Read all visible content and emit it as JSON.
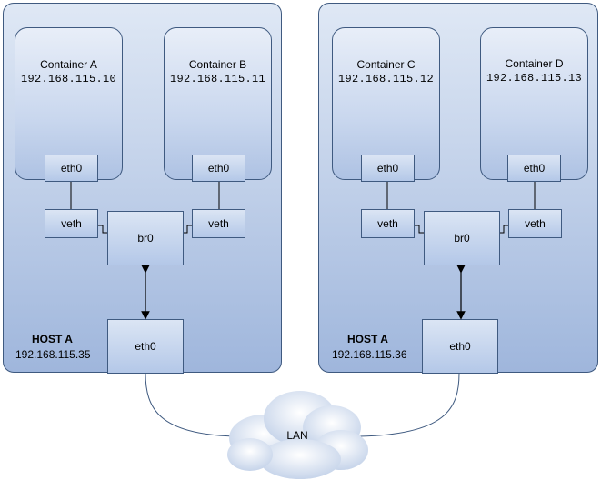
{
  "hosts": [
    {
      "name": "HOST  A",
      "ip": "192.168.115.35",
      "containers": [
        {
          "name": "Container  A",
          "ip": "192.168.115.10",
          "iface": "eth0"
        },
        {
          "name": "Container  B",
          "ip": "192.168.115.11",
          "iface": "eth0"
        }
      ],
      "veth_left": "veth",
      "veth_right": "veth",
      "bridge": "br0",
      "host_iface": "eth0"
    },
    {
      "name": "HOST  A",
      "ip": "192.168.115.36",
      "containers": [
        {
          "name": "Container  C",
          "ip": "192.168.115.12",
          "iface": "eth0"
        },
        {
          "name": "Container  D",
          "ip": "192.168.115.13",
          "iface": "eth0"
        }
      ],
      "veth_left": "veth",
      "veth_right": "veth",
      "bridge": "br0",
      "host_iface": "eth0"
    }
  ],
  "network": {
    "label": "LAN"
  }
}
